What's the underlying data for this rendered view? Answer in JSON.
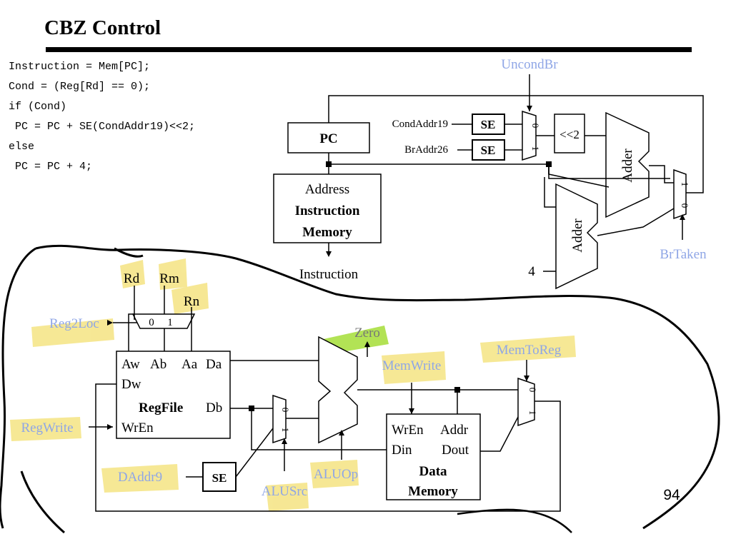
{
  "slide": {
    "title": "CBZ Control",
    "page_number": "94"
  },
  "code": {
    "lines": [
      "Instruction = Mem[PC];",
      "Cond = (Reg[Rd] == 0);",
      "if (Cond)",
      " PC = PC + SE(CondAddr19)<<2;",
      "else",
      " PC = PC + 4;"
    ]
  },
  "fetch": {
    "pc": "PC",
    "imem_address": "Address",
    "imem_title": "Instruction",
    "imem_subtitle": "Memory",
    "instruction_out": "Instruction",
    "cond_addr": "CondAddr19",
    "br_addr": "BrAddr26",
    "se_top": "SE",
    "se_bottom": "SE",
    "shift": "<<2",
    "adder_upper": "Adder",
    "adder_lower": "Adder",
    "const_four": "4",
    "mux_branch_zero": "0",
    "mux_branch_one": "1",
    "mux_pc_zero": "0",
    "mux_pc_one": "1"
  },
  "datapath": {
    "rd": "Rd",
    "rm": "Rm",
    "rn": "Rn",
    "reg_mux_zero": "0",
    "reg_mux_one": "1",
    "regfile_aw": "Aw",
    "regfile_ab": "Ab",
    "regfile_aa": "Aa",
    "regfile_da": "Da",
    "regfile_dw": "Dw",
    "regfile_title": "RegFile",
    "regfile_db": "Db",
    "regfile_wren": "WrEn",
    "alusrc_mux_zero": "0",
    "alusrc_mux_one": "1",
    "se": "SE",
    "daddr": "DAddr9",
    "zero": "Zero",
    "dmem_wren": "WrEn",
    "dmem_addr": "Addr",
    "dmem_din": "Din",
    "dmem_dout": "Dout",
    "dmem_title": "Data",
    "dmem_subtitle": "Memory",
    "memtoreg_mux_zero": "0",
    "memtoreg_mux_one": "1"
  },
  "control_signals": {
    "uncondbr": "UncondBr",
    "brtaken": "BrTaken",
    "reg2loc": "Reg2Loc",
    "regwrite": "RegWrite",
    "memwrite": "MemWrite",
    "memtoreg": "MemToReg",
    "alusrc": "ALUSrc",
    "aluop": "ALUOp"
  },
  "colors": {
    "control_signal": "#8fa6e6",
    "highlight_yellow": "#f4e27a",
    "highlight_green": "#9fdc2a",
    "ink": "#000000"
  }
}
